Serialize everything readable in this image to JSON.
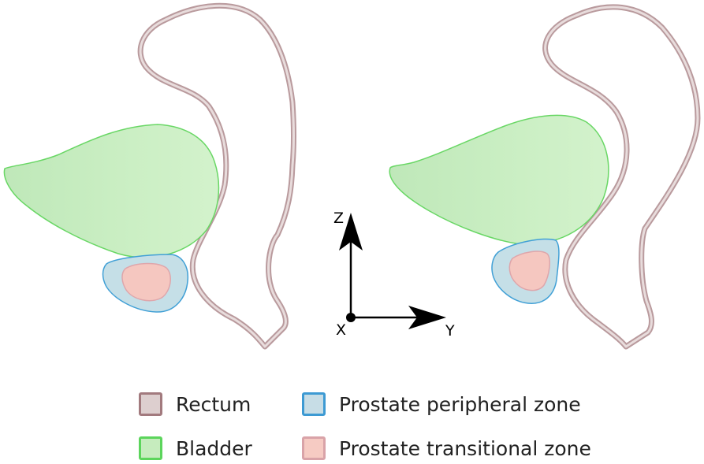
{
  "axes": {
    "vertical_label": "Z",
    "horizontal_label": "Y",
    "origin_label": "X"
  },
  "legend": {
    "items": [
      {
        "label": "Rectum",
        "fill": "#ddcfcf",
        "stroke": "#a27a7e"
      },
      {
        "label": "Bladder",
        "fill": "#c6ecbe",
        "stroke": "#5cd55c"
      },
      {
        "label": "Prostate peripheral zone",
        "fill": "#c7dde6",
        "stroke": "#3d9ad3"
      },
      {
        "label": "Prostate transitional zone",
        "fill": "#f6cbc3",
        "stroke": "#d9a3a8"
      }
    ]
  },
  "colors": {
    "rectum_fill": "#ffffff",
    "rectum_stroke_outer": "#b99a9d",
    "rectum_stroke_inner": "#e8dcdc",
    "bladder_fill": "#cbefc4",
    "bladder_stroke": "#69d765",
    "peripheral_fill": "#c5dfe7",
    "peripheral_stroke": "#41a0d6",
    "transitional_fill": "#f5c7c0",
    "transitional_stroke": "#dea6ab",
    "axis": "#000000"
  }
}
